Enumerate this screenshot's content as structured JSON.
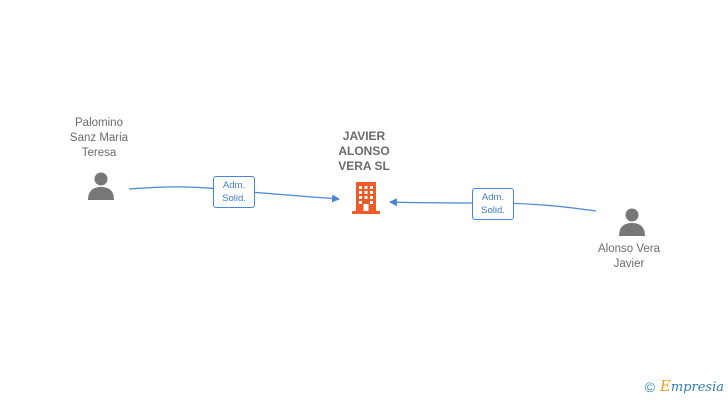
{
  "company": {
    "name_lines": [
      "JAVIER",
      "ALONSO",
      "VERA SL"
    ],
    "icon": "building-icon",
    "color": "#f05a28"
  },
  "people": [
    {
      "name_lines": [
        "Palomino",
        "Sanz Maria",
        "Teresa"
      ],
      "icon": "person-icon"
    },
    {
      "name_lines": [
        "Alonso Vera",
        "Javier"
      ],
      "icon": "person-icon"
    }
  ],
  "edges": [
    {
      "from": "Palomino Sanz Maria Teresa",
      "to": "JAVIER ALONSO VERA SL",
      "label_lines": [
        "Adm.",
        "Solid."
      ]
    },
    {
      "from": "Alonso Vera Javier",
      "to": "JAVIER ALONSO VERA SL",
      "label_lines": [
        "Adm.",
        "Solid."
      ]
    }
  ],
  "colors": {
    "edge": "#4a86d6",
    "person": "#777777",
    "text": "#6b6b6b"
  },
  "logo": {
    "copyright": "©",
    "brand_first": "E",
    "brand_rest": "mpresia"
  }
}
